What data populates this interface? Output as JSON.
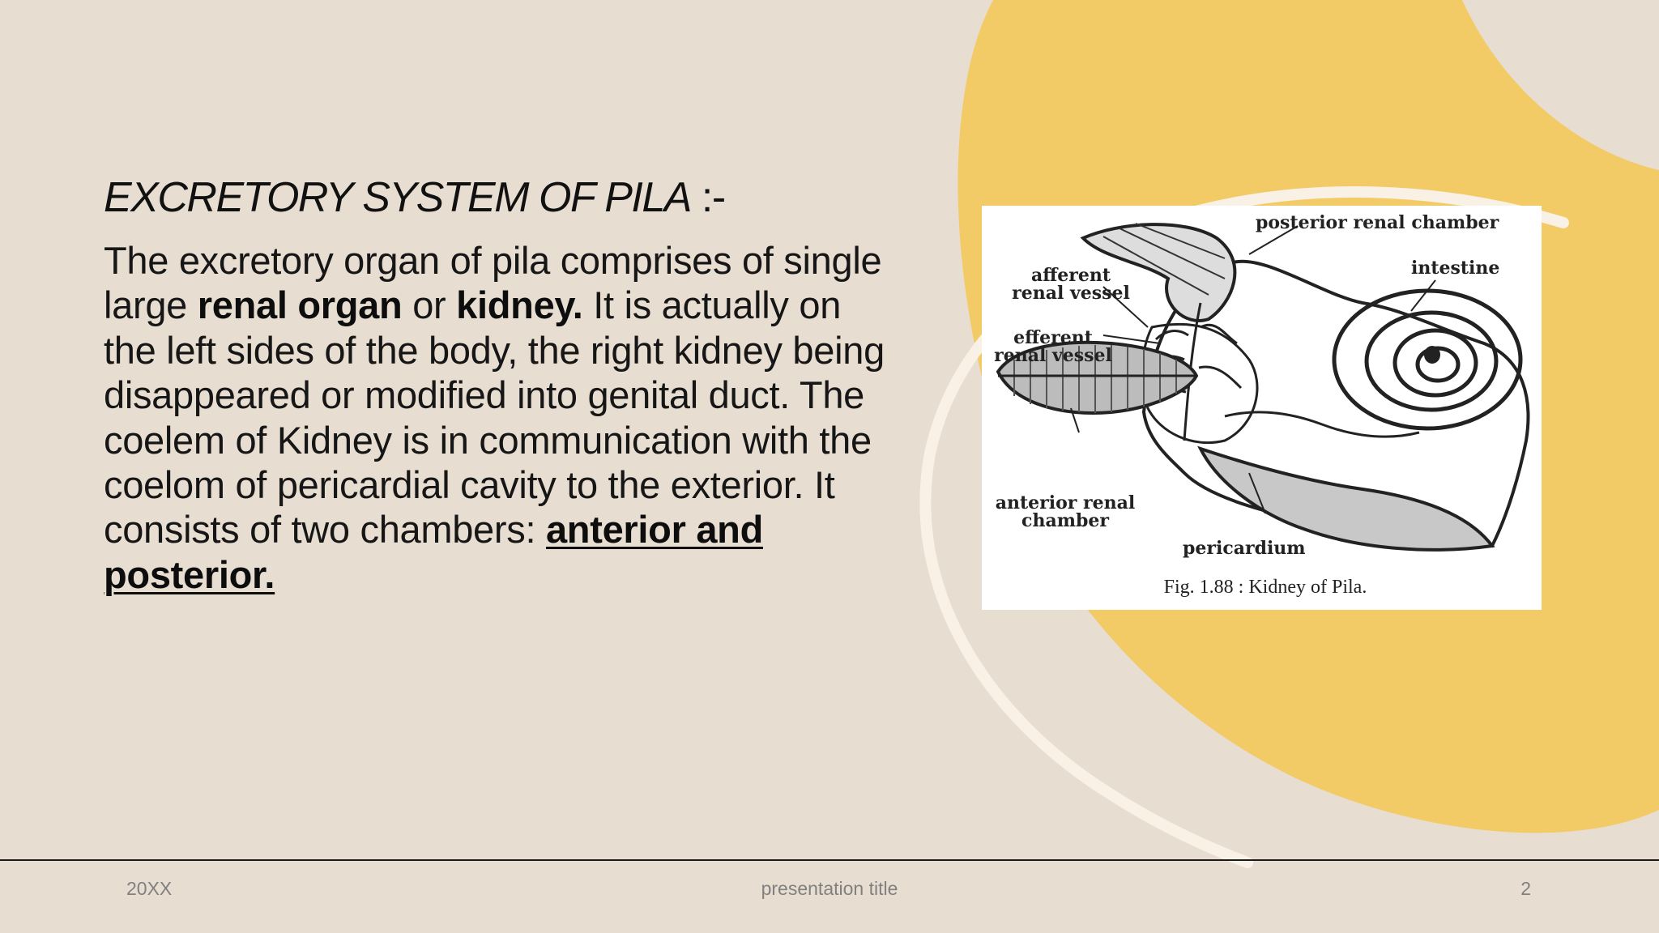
{
  "slide": {
    "title_main": "EXCRETORY SYSTEM OF PILA",
    "title_suffix": " :-",
    "body": {
      "p1": "The excretory organ of pila comprises of single large ",
      "bold1": "renal organ",
      "p2": " or  ",
      "bold2": "kidney.",
      "p3": " It is actually on the left sides of the body, the right kidney being disappeared or modified into genital duct. The coelem of Kidney is in communication with the coelom of pericardial cavity to the exterior. It consists of two chambers: ",
      "underline1": "anterior and posterior."
    },
    "figure": {
      "labels": {
        "posterior": "posterior renal chamber",
        "afferent": "afferent renal vessel",
        "efferent": "efferent renal vessel",
        "intestine": "intestine",
        "anterior": "anterior renal chamber",
        "pericardium": "pericardium"
      },
      "caption": "Fig. 1.88 : Kidney of Pila."
    }
  },
  "footer": {
    "date": "20XX",
    "title": "presentation title",
    "page": "2"
  },
  "colors": {
    "background": "#e8ddd1",
    "accent_yellow": "#f2cb66",
    "arc": "#faf1e6"
  }
}
